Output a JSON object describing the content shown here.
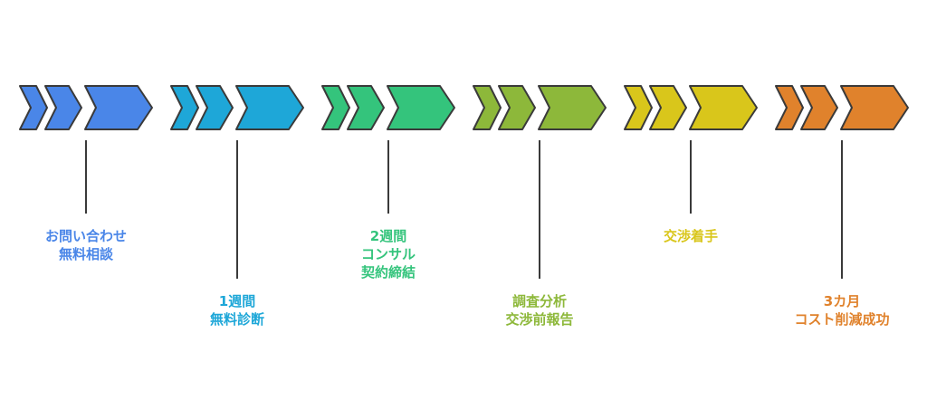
{
  "steps": [
    {
      "color": "#4a86e8",
      "lines": [
        "お問い合わせ",
        "無料相談"
      ]
    },
    {
      "color": "#1ea7d8",
      "lines": [
        "1週間",
        "無料診断"
      ]
    },
    {
      "color": "#34c47c",
      "lines": [
        "2週間",
        "コンサル",
        "契約締結"
      ]
    },
    {
      "color": "#8db83a",
      "lines": [
        "調査分析",
        "交渉前報告"
      ]
    },
    {
      "color": "#d9c61b",
      "lines": [
        "交渉着手"
      ]
    },
    {
      "color": "#e0822c",
      "lines": [
        "3カ月",
        "コスト削減成功"
      ]
    }
  ],
  "stroke_color": "#3a3a3a"
}
